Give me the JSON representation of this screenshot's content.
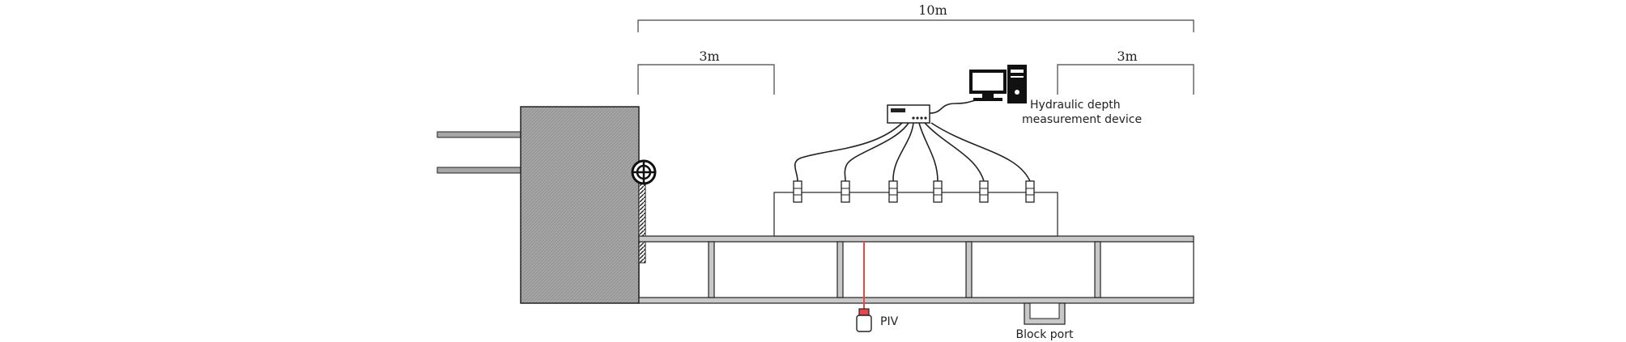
{
  "dimensions": {
    "total": "10m",
    "left_section": "3m",
    "right_section": "3m"
  },
  "labels": {
    "device_line1": "Hydraulic depth",
    "device_line2": "measurement device",
    "piv": "PIV",
    "block_port": "Block port"
  },
  "colors": {
    "tank": "#a6a6a6",
    "stroke": "#222222",
    "laser": "#e8474a",
    "frame": "#c8c8c8"
  },
  "sensor_count": 6,
  "icons": [
    "computer-icon",
    "data-logger-icon",
    "valve-icon",
    "depth-sensor-icon",
    "piv-camera-icon"
  ]
}
